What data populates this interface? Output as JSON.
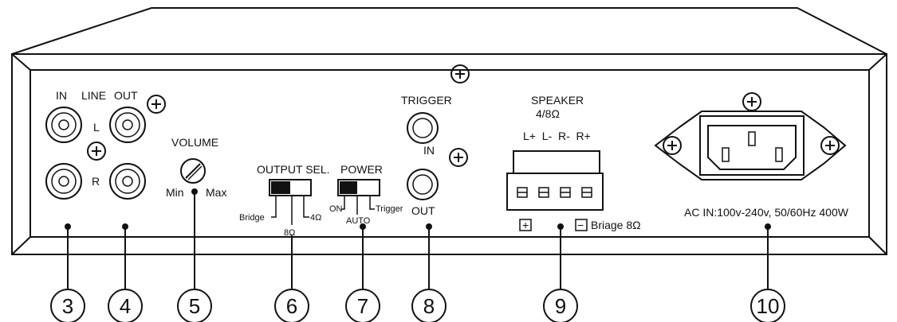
{
  "labels": {
    "line": "LINE",
    "in": "IN",
    "out": "OUT",
    "l": "L",
    "r": "R",
    "volume": "VOLUME",
    "min": "Min",
    "max": "Max",
    "output_sel": "OUTPUT SEL.",
    "bridge": "Bridge",
    "ohm4": "4Ω",
    "ohm8": "8Ω",
    "power": "POWER",
    "on": "ON",
    "auto": "AUTO",
    "trigger": "Trigger",
    "trigger_title": "TRIGGER",
    "trigger_in": "IN",
    "trigger_out": "OUT",
    "speaker": "SPEAKER",
    "speaker_imp": "4/8Ω",
    "terminals": "L+  L-  R-  R+",
    "plus": "+",
    "minus": "−",
    "briage": "Briage 8Ω",
    "ac_in": "AC IN:100v-240v, 50/60Hz 400W"
  },
  "callouts": [
    "3",
    "4",
    "5",
    "6",
    "7",
    "8",
    "9",
    "10"
  ]
}
